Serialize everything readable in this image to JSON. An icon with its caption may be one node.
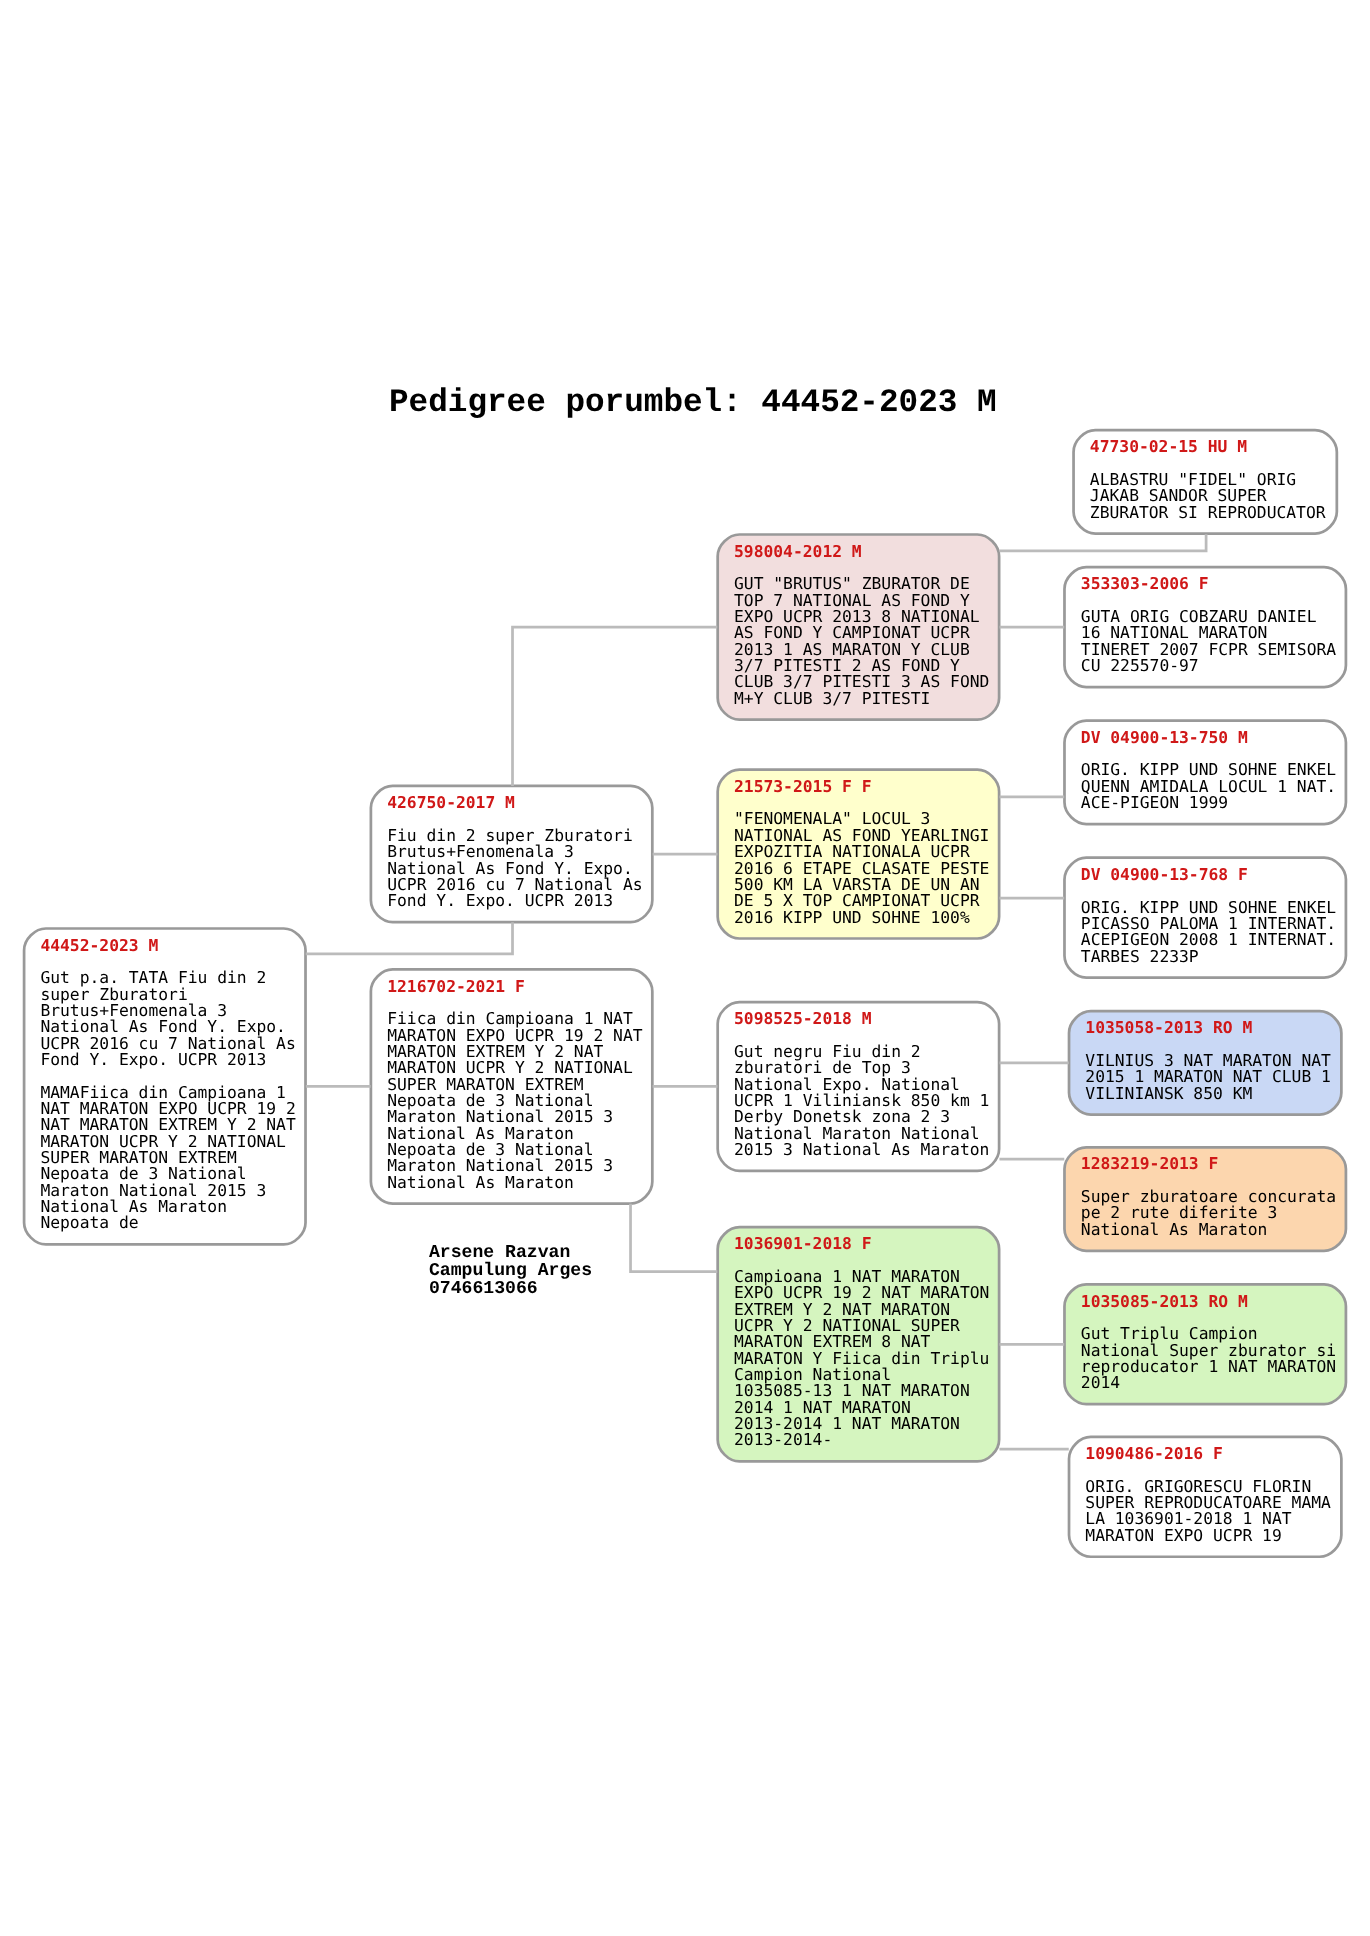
{
  "diagram": {
    "title": "Pedigree porumbel: 44452-2023 M",
    "nodes": [
      {
        "text": [
          "44452-2023 M",
          "Gut p.a. TATA Fiu din 2 super Zburatori Brutus+Fenomenala 3 National As Fond Y. Expo. UCPR 2016 cu 7 National As Fond Y. Expo. UCPR 2013",
          "MAMAFiica din Campioana 1 NAT MARATON EXPO UCPR 19 2 NAT MARATON EXTREM Y 2 NAT MARATON UCPR Y 2 NATIONAL SUPER MARATON EXTREM Nepoata de 3 National Maraton National 2015 3 National As Maraton Nepoata de"
        ]
      },
      {
        "text": [
          "426750-2017 M",
          "Fiu din 2 super Zburatori Brutus+Fenomenala 3 National As Fond Y. Expo. UCPR 2016 cu 7 National As Fond Y. Expo. UCPR 2013"
        ]
      },
      {
        "text": [
          "1216702-2021 F",
          "Fiica din Campioana 1 NAT MARATON EXPO UCPR 19 2 NAT MARATON EXTREM Y 2 NAT MARATON UCPR Y 2 NATIONAL SUPER MARATON EXTREM Nepoata de 3 National Maraton National 2015 3 National As Maraton Nepoata de 3 National Maraton National 2015 3 National As Maraton"
        ]
      },
      {
        "text": [
          "598004-2012 M",
          "GUT \"BRUTUS\" ZBURATOR DE TOP 7 NATIONAL AS FOND Y EXPO UCPR 2013 8 NATIONAL AS FOND Y CAMPIONAT UCPR 2013 1 AS MARATON Y CLUB 3/7 PITESTI 2 AS FOND Y CLUB 3/7 PITESTI 3 AS FOND M+Y CLUB 3/7 PITESTI"
        ]
      },
      {
        "text": [
          "21573-2015 F F",
          "\"FENOMENALA\" LOCUL 3 NATIONAL AS FOND YEARLINGI EXPOZITIA NATIONALA UCPR 2016 6 ETAPE CLASATE PESTE 500 KM LA VARSTA DE UN AN DE 5 X TOP CAMPIONAT UCPR 2016 KIPP UND SOHNE 100%"
        ]
      },
      {
        "text": [
          "5098525-2018 M",
          "Gut negru Fiu din 2 zburatori de Top 3 National Expo. National UCPR 1 Viliniansk 850 km 1 Derby Donetsk zona 2 3 National Maraton National 2015 3 National As Maraton"
        ]
      },
      {
        "text": [
          "1036901-2018 F",
          "Campioana 1 NAT MARATON EXPO UCPR 19 2 NAT MARATON EXTREM Y 2 NAT MARATON UCPR Y 2 NATIONAL SUPER MARATON EXTREM 8 NAT MARATON Y Fiica din Triplu Campion National 1035085-13 1 NAT MARATON 2014 1 NAT MARATON 2013-2014 1 NAT MARATON 2013-2014-"
        ]
      },
      {
        "text": [
          "47730-02-15 HU M",
          "ALBASTRU \"FIDEL\" ORIG JAKAB SANDOR SUPER ZBURATOR SI REPRODUCATOR"
        ]
      },
      {
        "text": [
          "353303-2006 F",
          "GUTA ORIG COBZARU DANIEL 16 NATIONAL MARATON TINERET 2007 FCPR SEMISORA CU 225570-97"
        ]
      },
      {
        "text": [
          "DV 04900-13-750 M",
          "ORIG. KIPP UND SOHNE ENKEL QUENN AMIDALA LOCUL 1 NAT. ACE-PIGEON 1999"
        ]
      },
      {
        "text": [
          "DV 04900-13-768 F",
          "ORIG. KIPP UND SOHNE ENKEL PICASSO PALOMA 1 INTERNAT. ACEPIGEON 2008 1 INTERNAT. TARBES 2233P"
        ]
      },
      {
        "text": [
          "1035058-2013 RO M",
          "VILNIUS 3 NAT MARATON NAT 2015 1 MARATON NAT CLUB 1 VILINIANSK 850 KM"
        ]
      },
      {
        "text": [
          "1283219-2013 F",
          "Super zburatoare concurata pe 2 rute diferite 3 National As Maraton"
        ]
      },
      {
        "text": [
          "1035085-2013 RO M",
          "Gut Triplu Campion National Super zburator si reproducator 1 NAT MARATON 2014"
        ]
      },
      {
        "text": [
          "1090486-2016 F",
          "ORIG. GRIGORESCU FLORIN SUPER REPRODUCATOARE MAMA LA 1036901-2018 1 NAT MARATON EXPO UCPR 19"
        ]
      }
    ],
    "edges": [
      {
        "from": 0,
        "to": 1,
        "arrow": "none"
      },
      {
        "from": 0,
        "to": 2,
        "arrow": "none"
      },
      {
        "from": 1,
        "to": 3,
        "arrow": "none"
      },
      {
        "from": 1,
        "to": 4,
        "arrow": "none"
      },
      {
        "from": 2,
        "to": 5,
        "arrow": "none"
      },
      {
        "from": 2,
        "to": 6,
        "arrow": "none"
      },
      {
        "from": 3,
        "to": 7,
        "arrow": "none"
      },
      {
        "from": 3,
        "to": 8,
        "arrow": "none"
      },
      {
        "from": 4,
        "to": 9,
        "arrow": "none"
      },
      {
        "from": 4,
        "to": 10,
        "arrow": "none"
      },
      {
        "from": 5,
        "to": 11,
        "arrow": "none"
      },
      {
        "from": 5,
        "to": 12,
        "arrow": "none"
      },
      {
        "from": 6,
        "to": 13,
        "arrow": "none"
      },
      {
        "from": 6,
        "to": 14,
        "arrow": "none"
      }
    ],
    "labels": [
      "Arsene Razvan",
      "Campulung Arges",
      "0746613066"
    ]
  }
}
